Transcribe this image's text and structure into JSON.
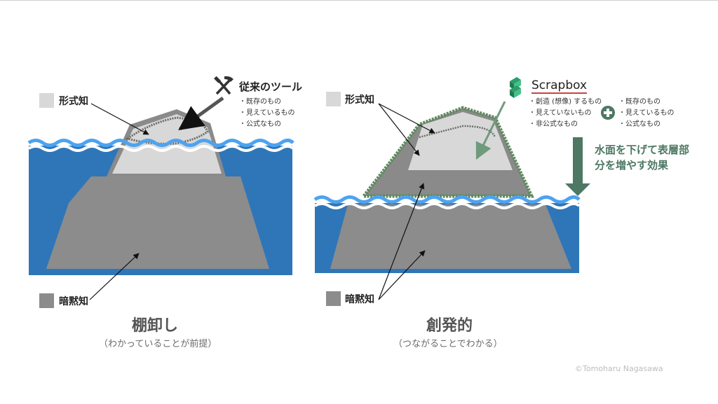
{
  "colors": {
    "sea": "#2f76b8",
    "formal_knowledge": "#d8d8d8",
    "tacit_knowledge": "#8c8c8c",
    "wave_light": "#4da3f0",
    "moss_green": "#5f8a5f",
    "arrow_green": "#4d7863"
  },
  "left_panel": {
    "formal_label": "形式知",
    "tacit_label": "暗黙知",
    "tool_icon": "pickaxe-hammer-icon",
    "tool_title": "従来のツール",
    "tool_items": [
      "既存のもの",
      "見えているもの",
      "公式なもの"
    ],
    "title": "棚卸し",
    "subtitle": "（わかっていることが前提）"
  },
  "right_panel": {
    "formal_label": "形式知",
    "tacit_label": "暗黙知",
    "scrapbox_icon": "scrapbox-logo-icon",
    "scrapbox_title": "Scrapbox",
    "scrapbox_items": [
      "創造 (想像) するもの",
      "見えていないもの",
      "非公式なもの"
    ],
    "plus_icon": "plus-circle-icon",
    "plus_items": [
      "既存のもの",
      "見えているもの",
      "公式なもの"
    ],
    "effect_text": "水面を下げて表層部分を増やす効果",
    "title": "創発的",
    "subtitle": "（つながることでわかる）"
  },
  "credit": "©Tomoharu Nagasawa"
}
